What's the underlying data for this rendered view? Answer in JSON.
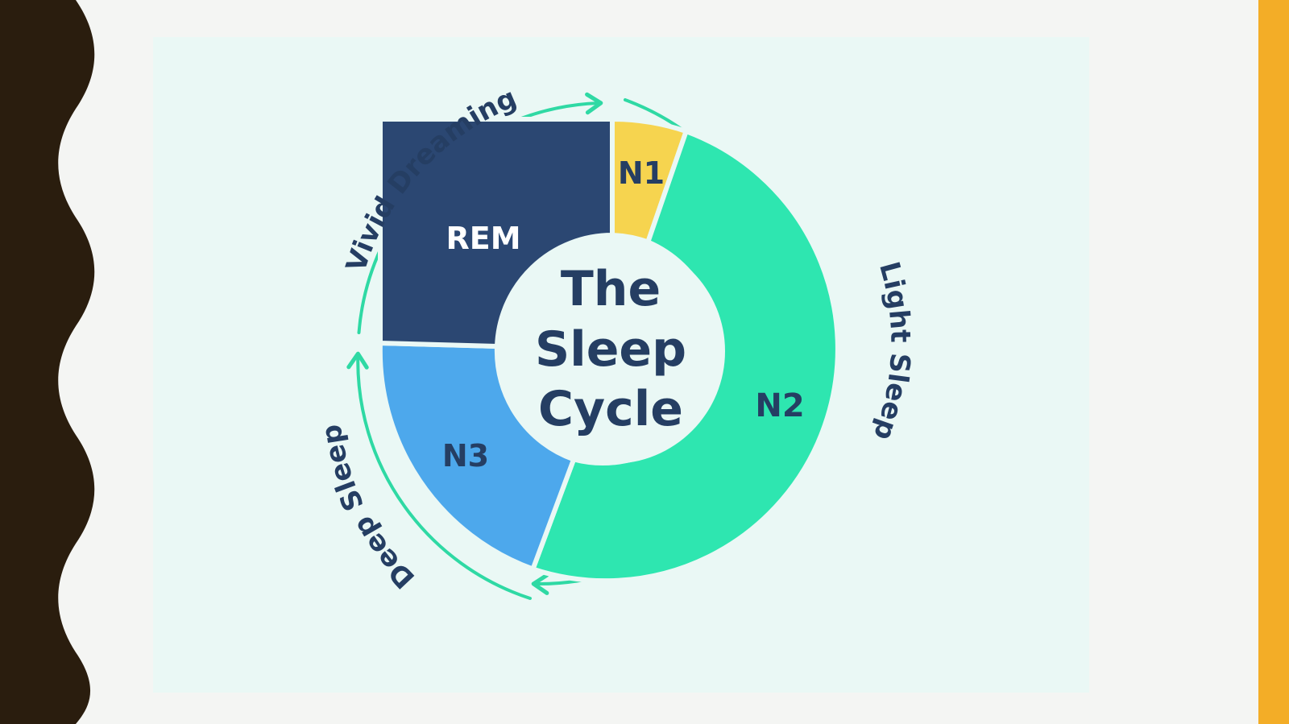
{
  "colors": {
    "page_background": "#f4f5f3",
    "left_band": "#2a1d0e",
    "right_band": "#f3ad27",
    "panel": "#eaf8f5",
    "ring_arrow": "#2fd9a4",
    "center_circle": "#eaf8f5",
    "text_dark": "#253e63",
    "text_white": "#ffffff"
  },
  "diagram": {
    "center_title": [
      "The",
      "Sleep",
      "Cycle"
    ],
    "segments": [
      {
        "id": "n1",
        "label": "N1",
        "color": "#f6d44f",
        "text_color": "#253e63"
      },
      {
        "id": "n2",
        "label": "N2",
        "color": "#2ee6b0",
        "text_color": "#253e63"
      },
      {
        "id": "n3",
        "label": "N3",
        "color": "#4da8ec",
        "text_color": "#253e63"
      },
      {
        "id": "rem",
        "label": "REM",
        "color": "#2b4772",
        "text_color": "#ffffff"
      }
    ],
    "arc_labels": {
      "vivid_dreaming": "Vivid Dreaming",
      "light_sleep": "Light Sleep",
      "deep_sleep": "Deep Sleep"
    }
  }
}
